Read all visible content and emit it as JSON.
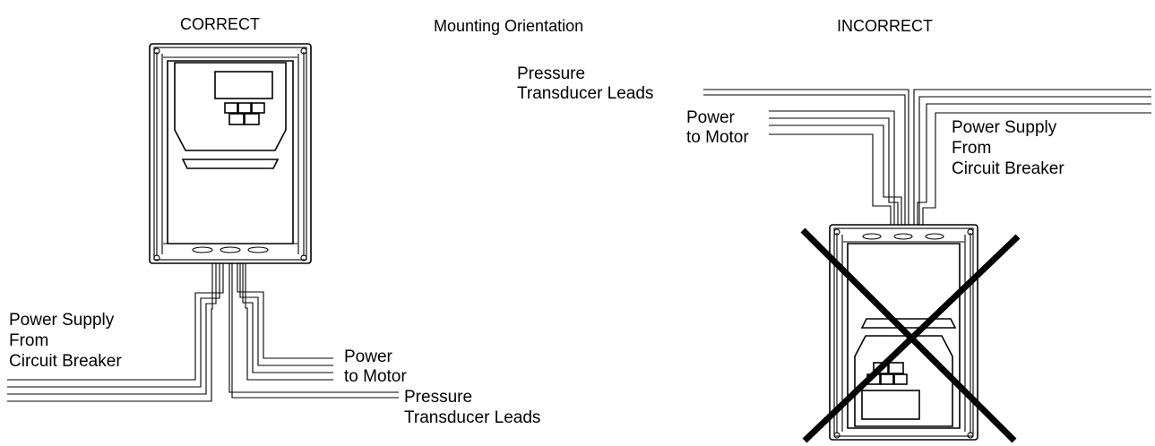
{
  "headers": {
    "correct": "CORRECT",
    "title": "Mounting Orientation",
    "incorrect": "INCORRECT"
  },
  "correct_labels": {
    "power_supply_1": "Power Supply",
    "power_supply_2": "From",
    "power_supply_3": "Circuit Breaker",
    "power_motor_1": "Power",
    "power_motor_2": "to Motor",
    "pressure_1": "Pressure",
    "pressure_2": "Transducer Leads"
  },
  "incorrect_labels": {
    "pressure_1": "Pressure",
    "pressure_2": "Transducer Leads",
    "power_motor_1": "Power",
    "power_motor_2": "to Motor",
    "power_supply_1": "Power Supply",
    "power_supply_2": "From",
    "power_supply_3": "Circuit Breaker"
  },
  "icons": {
    "incorrect_mark": "x-mark-icon"
  },
  "colors": {
    "line": "#000000",
    "background": "#ffffff"
  }
}
